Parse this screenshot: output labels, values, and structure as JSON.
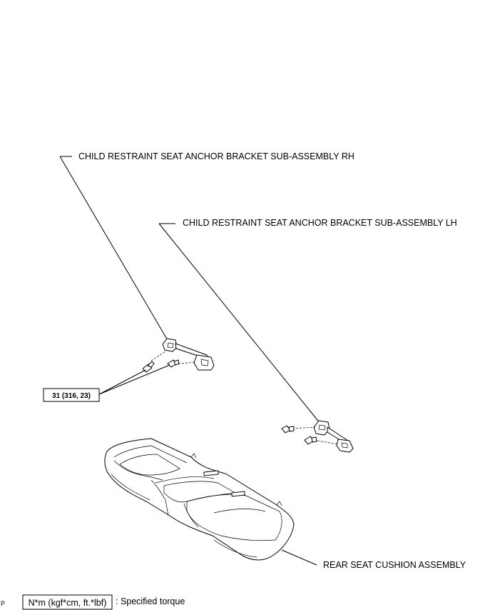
{
  "labels": {
    "anchor_rh": "CHILD RESTRAINT SEAT ANCHOR BRACKET SUB-ASSEMBLY RH",
    "anchor_lh": "CHILD RESTRAINT SEAT ANCHOR BRACKET SUB-ASSEMBLY LH",
    "rear_seat": "REAR SEAT CUSHION ASSEMBLY"
  },
  "torque": {
    "value": "31 (316, 23)"
  },
  "legend": {
    "unit_box": "N*m (kgf*cm, ft.*lbf)",
    "description": ": Specified torque"
  },
  "corner_mark": "P"
}
